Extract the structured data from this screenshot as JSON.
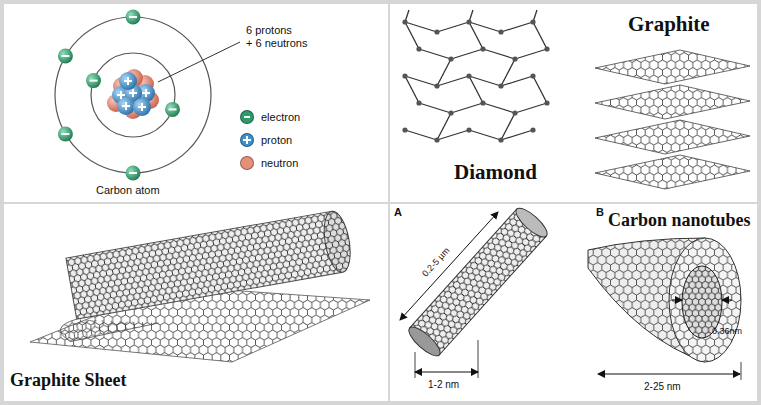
{
  "diagram": {
    "labels": [
      "6 protons",
      "+ 6 neutrons",
      "Carbon atom",
      "Diamond",
      "Graphite",
      "Graphite Sheet",
      "A",
      "B",
      "Carbon nanotubes",
      "0.2-5 µm",
      "1-2 nm",
      "2-25 nm",
      "0.36nm"
    ],
    "legend": [
      {
        "text": "electron",
        "color": "#2f9a6a"
      },
      {
        "text": "proton",
        "color": "#3b90cf"
      },
      {
        "text": "neutron",
        "color": "#e58e7a"
      }
    ]
  }
}
